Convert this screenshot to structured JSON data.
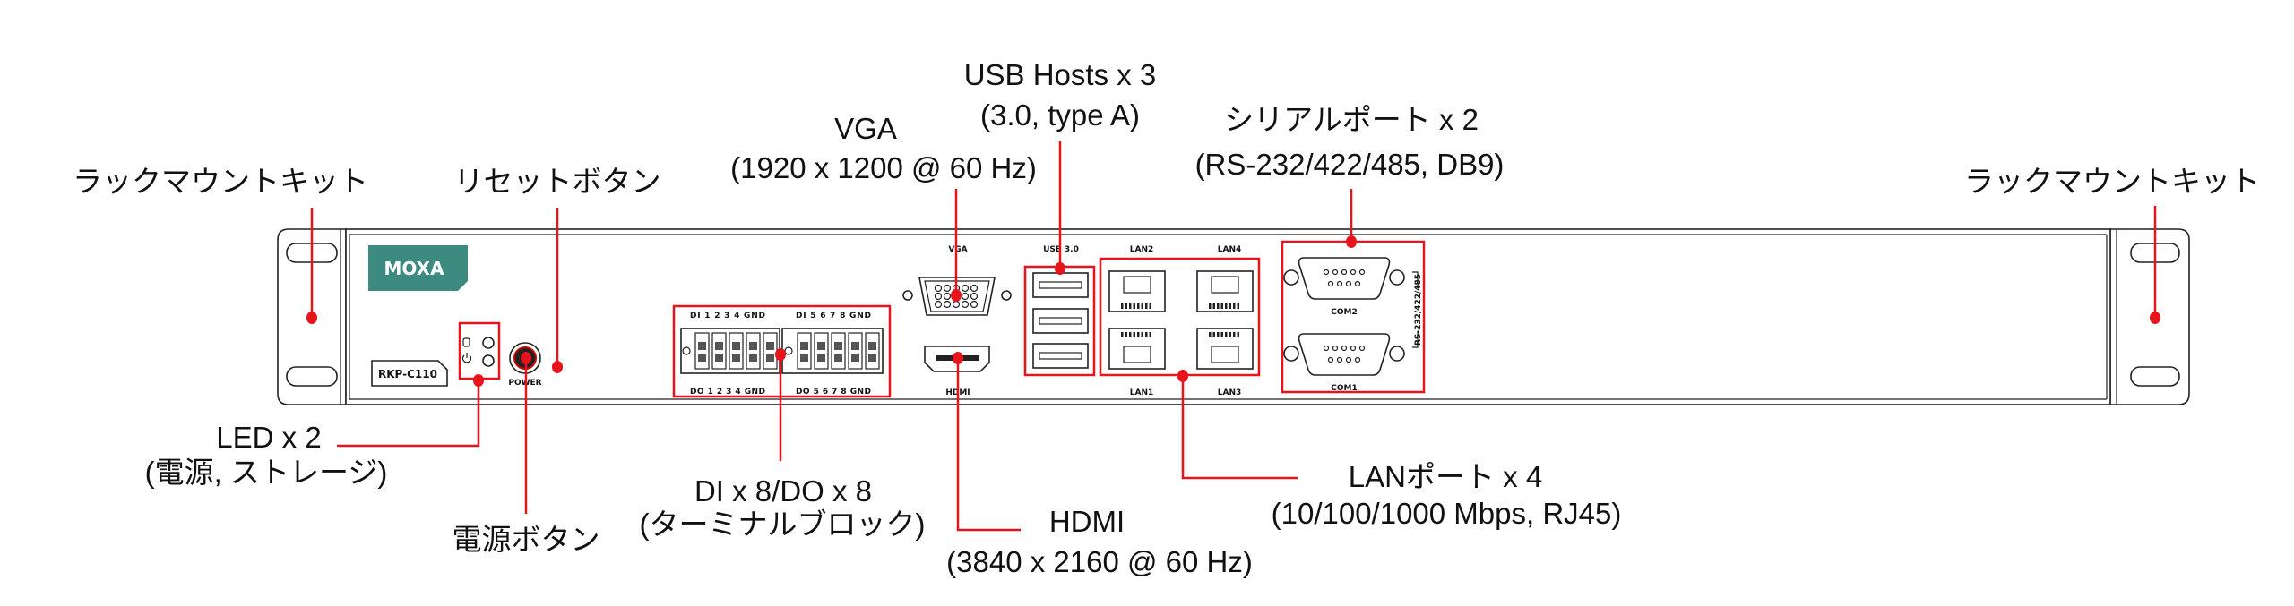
{
  "callouts": {
    "rack_left": "ラックマウントキット",
    "reset": "リセットボタン",
    "vga_title": "VGA",
    "vga_spec": "(1920 x 1200 @ 60 Hz)",
    "usb_title": "USB Hosts x 3",
    "usb_spec": "(3.0, type A)",
    "serial_title": "シリアルポート x 2",
    "serial_spec": "(RS-232/422/485, DB9)",
    "rack_right": "ラックマウントキット",
    "led_title": "LED x 2",
    "led_spec": "(電源, ストレージ)",
    "power": "電源ボタン",
    "dio_title": "DI x 8/DO x 8",
    "dio_spec": "(ターミナルブロック)",
    "hdmi_title": "HDMI",
    "hdmi_spec": "(3840 x 2160 @ 60 Hz)",
    "lan_title": "LANポート x 4",
    "lan_spec": "(10/100/1000 Mbps, RJ45)"
  },
  "panel": {
    "brand": "MOXA",
    "model": "RKP-C110",
    "power_label": "POWER",
    "di_left": "DI 1 2 3 4 GND",
    "di_right": "DI 5 6 7 8 GND",
    "do_left": "DO 1 2 3 4 GND",
    "do_right": "DO 5 6 7 8 GND",
    "vga": "VGA",
    "hdmi": "HDMI",
    "usb": "USB 3.0",
    "lan2": "LAN2",
    "lan4": "LAN4",
    "lan1": "LAN1",
    "lan3": "LAN3",
    "com2": "COM2",
    "com1": "COM1",
    "rs": "RS-232/422/485"
  },
  "colors": {
    "callout": "#e8141c",
    "brand": "#3d8a80"
  },
  "icons": [
    "storage-icon",
    "power-icon"
  ]
}
